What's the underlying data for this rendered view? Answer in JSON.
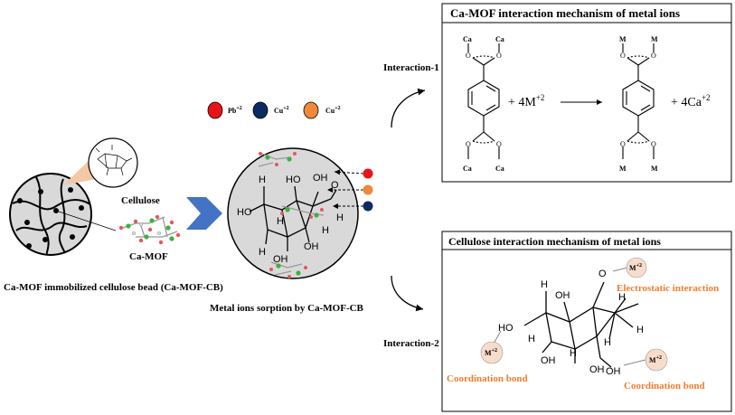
{
  "left": {
    "cellulose_label": "Cellulose",
    "camof_label": "Ca-MOF",
    "bead_caption": "Ca-MOF immobilized cellulose bead (Ca-MOF-CB)"
  },
  "middle": {
    "ions": [
      {
        "label": "Pb",
        "charge": "+2",
        "color": "#E8141A"
      },
      {
        "label": "Cu",
        "charge": "+2",
        "color": "#0B2A63"
      },
      {
        "label": "Cu",
        "charge": "+2",
        "color": "#EE8A3A"
      }
    ],
    "caption": "Metal ions sorption by Ca-MOF-CB"
  },
  "interactions": {
    "label1": "Interaction-1",
    "label2": "Interaction-2"
  },
  "box1": {
    "title": "Ca-MOF interaction mechanism of metal ions",
    "ca": "Ca",
    "m": "M",
    "o": "O",
    "plus_4m": "+ 4M",
    "plus_4m_sup": "+2",
    "plus_4ca": "+ 4Ca",
    "plus_4ca_sup": "+2"
  },
  "box2": {
    "title": "Cellulose interaction mechanism of metal ions",
    "m_label": "M",
    "m_sup": "+2",
    "electrostatic": "Electrostatic interaction",
    "coordination_left": "Coordination bond",
    "coordination_right": "Coordination bond",
    "oh": "OH",
    "ho": "HO",
    "h": "H",
    "o": "O"
  },
  "colors": {
    "accent_orange": "#ED7D31",
    "arrow_blue": "#4472C4",
    "pb": "#E8141A",
    "cu_blue": "#0B2A63",
    "cu_orange": "#EE8A3A",
    "m_circle": "#F8DCCB"
  }
}
